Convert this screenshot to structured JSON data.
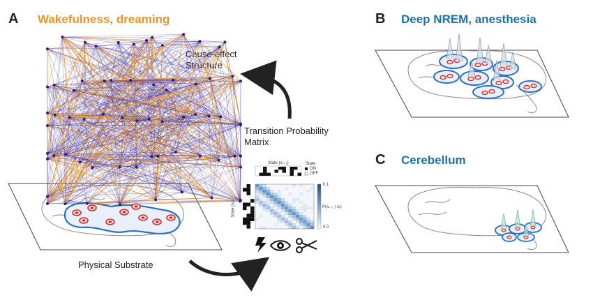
{
  "panels": {
    "a": {
      "letter": "A",
      "title": "Wakefulness, dreaming",
      "title_color": "#f0922b"
    },
    "b": {
      "letter": "B",
      "title": "Deep NREM, anesthesia",
      "title_color": "#1f6fa3"
    },
    "c": {
      "letter": "C",
      "title": "Cerebellum",
      "title_color": "#1f6fa3"
    }
  },
  "labels": {
    "cause_effect": [
      "Cause-effect",
      "Structure"
    ],
    "tpm": [
      "Transition Probability",
      "Matrix"
    ],
    "physical_substrate": "Physical Substrate"
  },
  "matrix": {
    "top_label": "State (sₜ₊₁)",
    "side_label": "State (sₜ)",
    "legend_title": "State",
    "legend_on": "ON",
    "legend_off": "OFF",
    "colorbar_label": "P(sₜ₊₁ | sₜ)",
    "colorbar_max": "0.1",
    "colorbar_min": "0.0"
  },
  "icons": [
    "lightning-icon",
    "eye-icon",
    "scissors-icon"
  ],
  "colors": {
    "network_primary": "#3b2a9e",
    "network_secondary": "#f0a030",
    "region_outline": "#2a6fc9",
    "neuron": "#d42a2a",
    "arrow": "#222222"
  }
}
